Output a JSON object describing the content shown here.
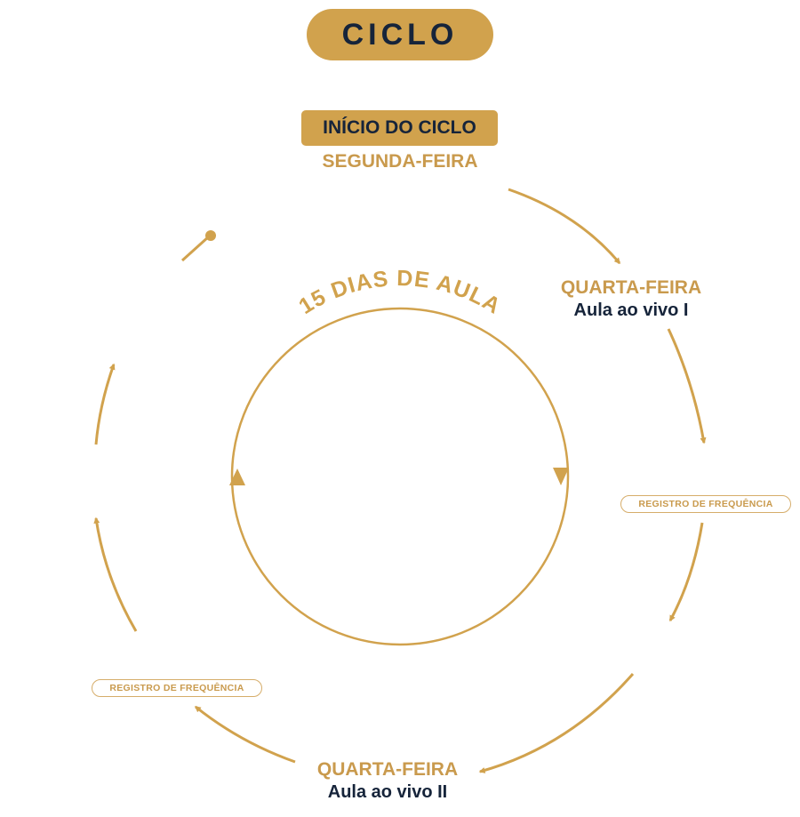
{
  "title": "CICLO",
  "start": {
    "label": "INÍCIO DO CICLO",
    "day": "SEGUNDA-FEIRA"
  },
  "step1": {
    "day": "QUARTA-FEIRA",
    "desc": "Aula ao vivo I"
  },
  "register_right": "REGISTRO DE FREQUÊNCIA",
  "step2": {
    "day": "QUARTA-FEIRA",
    "desc": "Aula ao vivo II"
  },
  "register_left": "REGISTRO DE FREQUÊNCIA",
  "inner_cycle": {
    "label": "15 DIAS DE AULA"
  },
  "colors": {
    "gold": "#d1a24d",
    "gold_text": "#c99a4d",
    "navy": "#16243a"
  }
}
